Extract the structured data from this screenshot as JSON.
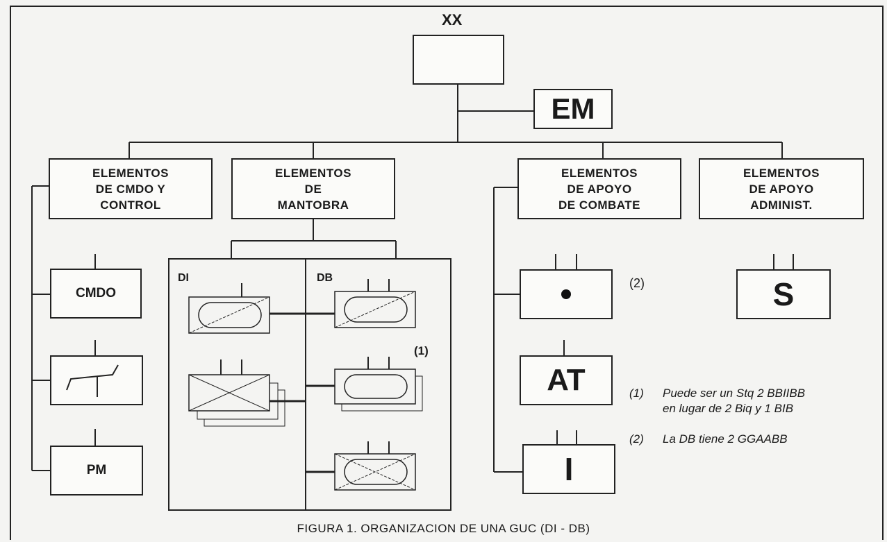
{
  "top": {
    "label": "XX"
  },
  "staff": {
    "label": "EM"
  },
  "headers": {
    "cmdo_control": "ELEMENTOS\nDE CMDO Y\nCONTROL",
    "maniobra": "ELEMENTOS\nDE\nMANTOBRA",
    "apoyo_combate": "ELEMENTOS\nDE APOYO\nDE COMBATE",
    "apoyo_admin": "ELEMENTOS\nDE APOYO\nADMINIST."
  },
  "command_units": {
    "cmdo": "CMDO",
    "pm": "PM"
  },
  "maneuver": {
    "di_label": "DI",
    "db_label": "DB",
    "ref1": "(1)"
  },
  "combat_support": {
    "ref2": "(2)",
    "at": "AT",
    "i": "I"
  },
  "admin_support": {
    "s": "S"
  },
  "notes": {
    "n1_num": "(1)",
    "n1_text": "Puede ser un Stq 2 BBIIBB\nen lugar de 2 Biq y 1 BIB",
    "n2_num": "(2)",
    "n2_text": "La DB tiene 2 GGAABB"
  },
  "caption": "FIGURA 1.  ORGANIZACION DE UNA GUC (DI - DB)"
}
